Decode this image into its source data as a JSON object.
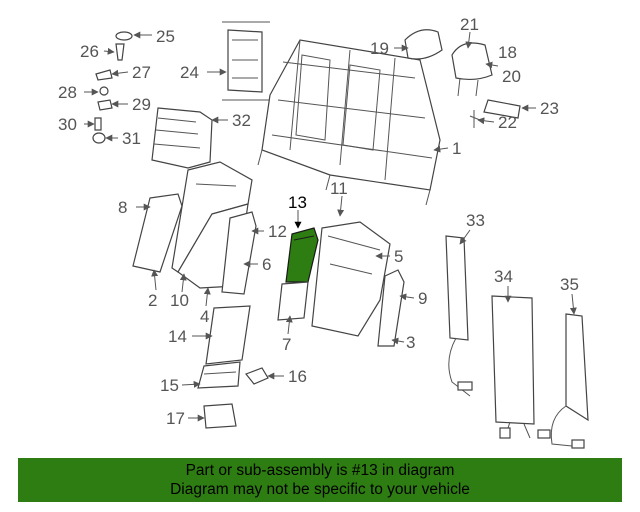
{
  "diagram": {
    "callouts": [
      "1",
      "2",
      "3",
      "4",
      "5",
      "6",
      "7",
      "8",
      "9",
      "10",
      "11",
      "12",
      "13",
      "14",
      "15",
      "16",
      "17",
      "18",
      "19",
      "20",
      "21",
      "22",
      "23",
      "24",
      "25",
      "26",
      "27",
      "28",
      "29",
      "30",
      "31",
      "32",
      "33",
      "34",
      "35"
    ],
    "highlighted_part": "13",
    "colors": {
      "highlight": "#2e7d12",
      "banner": "#2e7d12",
      "lines": "#444444"
    }
  },
  "banner": {
    "line1": "Part or sub-assembly is #13 in diagram",
    "line2": "Diagram may not be specific to your vehicle"
  }
}
